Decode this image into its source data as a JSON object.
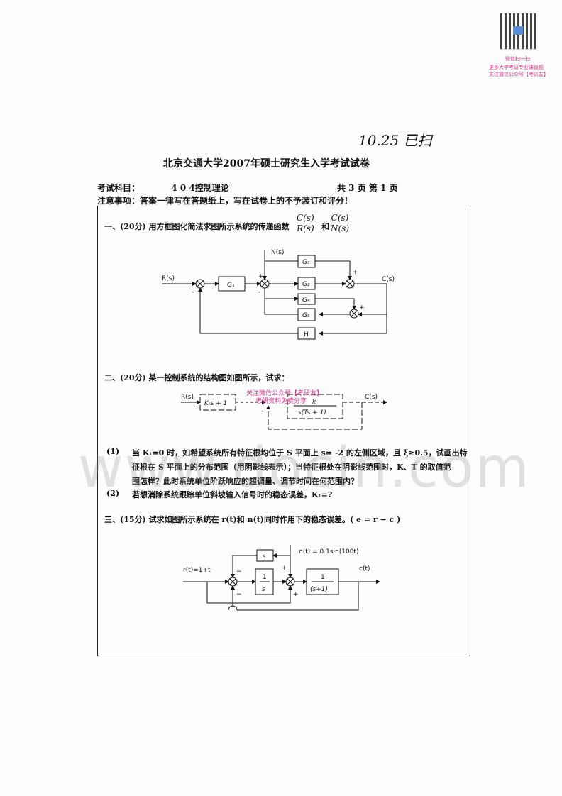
{
  "qr": {
    "caption1": "微信扫一扫",
    "caption2": "更多大学考研专业课真题",
    "caption3": "关注微信公众号【考研友】"
  },
  "handwriting": "10.25 已扫",
  "title": "北京交通大学2007年硕士研究生入学考试试卷",
  "subject_label": "考试科目：",
  "subject": "4 0 4控制理论",
  "pages": "共 3 页  第 1 页",
  "notice": "注意事项：答案一律写在答题纸上，写在试卷上的不予装订和评分！",
  "q1": {
    "text": "一、(20分) 用方框图化简法求图所示系统的传递函数",
    "frac1_num": "C(s)",
    "frac1_den": "R(s)",
    "and": "和",
    "frac2_num": "C(s)",
    "frac2_den": "N(s)",
    "diagram": {
      "R": "R(s)",
      "N": "N(s)",
      "C": "C(s)",
      "G1": "G₁",
      "G3": "G₃",
      "G2": "G₂",
      "G4": "G₄",
      "G5": "G₅",
      "H": "H",
      "plus": "+",
      "minus": "-"
    }
  },
  "q2": {
    "text": "二、(20分) 某一控制系统的结构图如图所示，试求：",
    "diagram": {
      "R": "R(s)",
      "C": "C(s)",
      "block1": "Kₜs + 1",
      "block2_num": "k",
      "block2_den": "s(Ts + 1)",
      "minus": "-"
    },
    "watermark1": "关注微信公众号【考研友】",
    "watermark2": "考研资料免费分享",
    "p1_num": "(1)",
    "p1_l1": "当 Kₜ=0 时，如希望系统所有特征根均位于 S 平面上 s= -2 的左侧区域，且 ξ≥0.5，试画出特",
    "p1_l2": "征根在 S 平面上的分布范围（用阴影线表示）；当特征根处在阴影线范围时，K、T 的取值范",
    "p1_l3": "围怎样？此时系统单位阶跃响应的超调量、调节时间在何范围内？",
    "p2_num": "(2)",
    "p2_l1": "若想消除系统跟踪单位斜坡输入信号时的稳态误差，Kₜ=?"
  },
  "q3": {
    "text": "三、(15分) 试求如图所示系统在 r(t)和 n(t)同时作用下的稳态误差。( e = r − c )",
    "diagram": {
      "r": "r(t)=1+t",
      "n": "n(t) = 0.1sin(100t)",
      "c": "c(t)",
      "s": "s",
      "int_num": "1",
      "int_den": "s",
      "plant_num": "1",
      "plant_den": "(s+1)",
      "plus": "+",
      "minus": "−"
    }
  },
  "site_watermark": "www.docin.com"
}
